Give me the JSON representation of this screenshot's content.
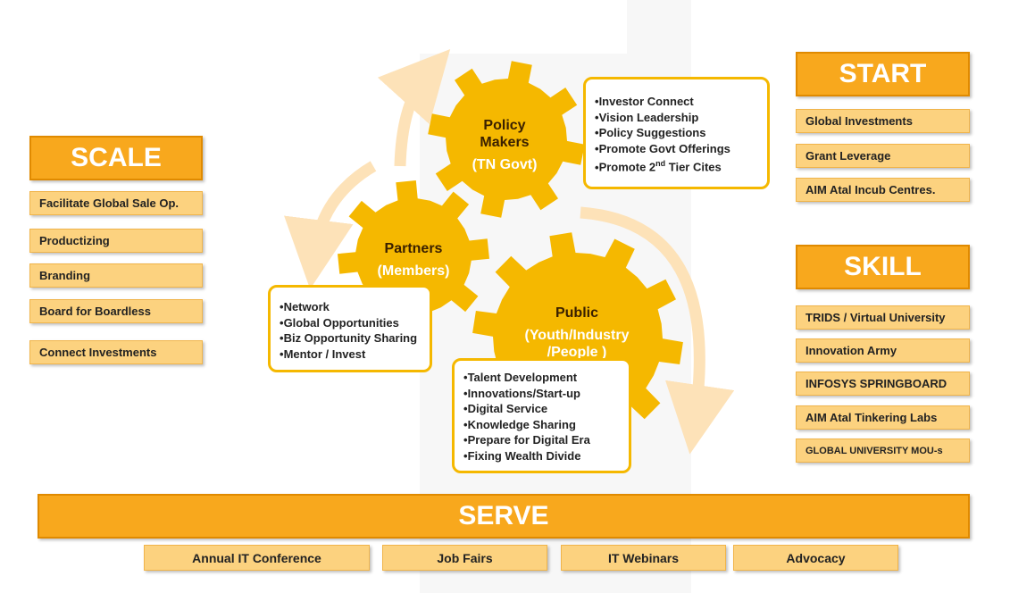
{
  "scale": {
    "title": "SCALE",
    "items": [
      "Facilitate Global Sale Op.",
      "Productizing",
      "Branding",
      "Board for Boardless",
      "Connect Investments"
    ]
  },
  "start": {
    "title": "START",
    "items": [
      "Global Investments",
      "Grant Leverage",
      "AIM Atal Incub Centres."
    ]
  },
  "skill": {
    "title": "SKILL",
    "items": [
      "TRIDS  / Virtual University",
      "Innovation Army",
      "INFOSYS SPRINGBOARD",
      "AIM Atal Tinkering Labs",
      "GLOBAL UNIVERSITY MOU-s"
    ]
  },
  "serve": {
    "title": "SERVE",
    "items": [
      "Annual IT Conference",
      "Job Fairs",
      "IT Webinars",
      "Advocacy"
    ]
  },
  "gears": {
    "policy": {
      "line1": "Policy",
      "line2": "Makers",
      "sub": "(TN Govt)"
    },
    "partners": {
      "title": "Partners",
      "sub": "(Members)"
    },
    "public": {
      "title": "Public",
      "sub1": "(Youth/Industry",
      "sub2": "/People )"
    }
  },
  "boxes": {
    "policy": [
      "Investor Connect",
      "Vision Leadership",
      "Policy Suggestions",
      "Promote Govt Offerings",
      "Promote 2",
      "nd",
      " Tier Cites"
    ],
    "partners": [
      "Network",
      "Global Opportunities",
      "Biz Opportunity Sharing",
      "Mentor / Invest"
    ],
    "public": [
      "Talent Development",
      "Innovations/Start-up",
      "Digital Service",
      "Knowledge Sharing",
      "Prepare for Digital Era",
      "Fixing Wealth Divide"
    ]
  },
  "colors": {
    "header_fill": "#f8a81d",
    "item_fill": "#fcd27f",
    "gear_fill": "#f5b800",
    "arrow_fill": "#fde2b8"
  }
}
